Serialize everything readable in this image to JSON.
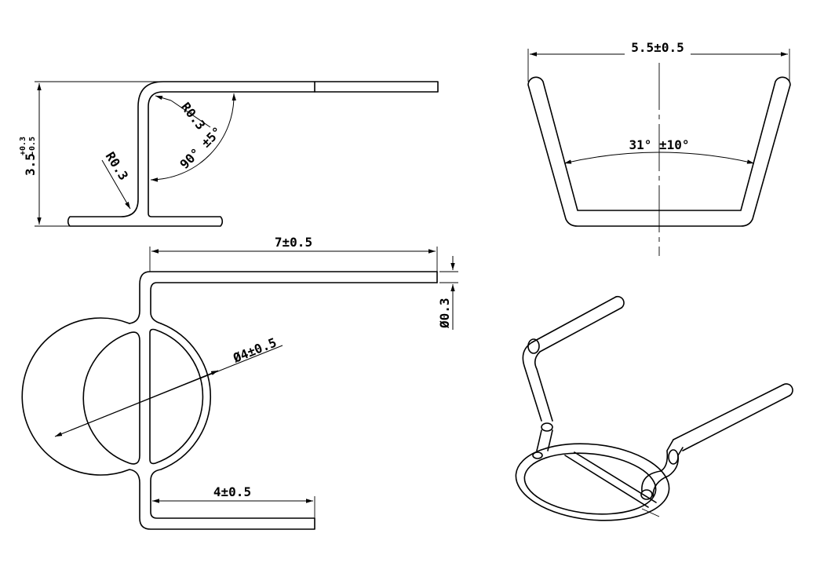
{
  "drawing": {
    "side_view": {
      "height_base": "3.5",
      "height_tol_upper": "+0.3",
      "height_tol_lower": "-0.5",
      "radius_upper": "R0.3",
      "radius_lower": "R0.3",
      "angle": "90° ±5°"
    },
    "front_view": {
      "width": "5.5±0.5",
      "angle": "31° ±10°"
    },
    "top_view": {
      "length_top": "7±0.5",
      "wire_diameter": "Ø0.3",
      "loop_diameter": "Ø4±0.5",
      "length_bottom": "4±0.5"
    }
  }
}
